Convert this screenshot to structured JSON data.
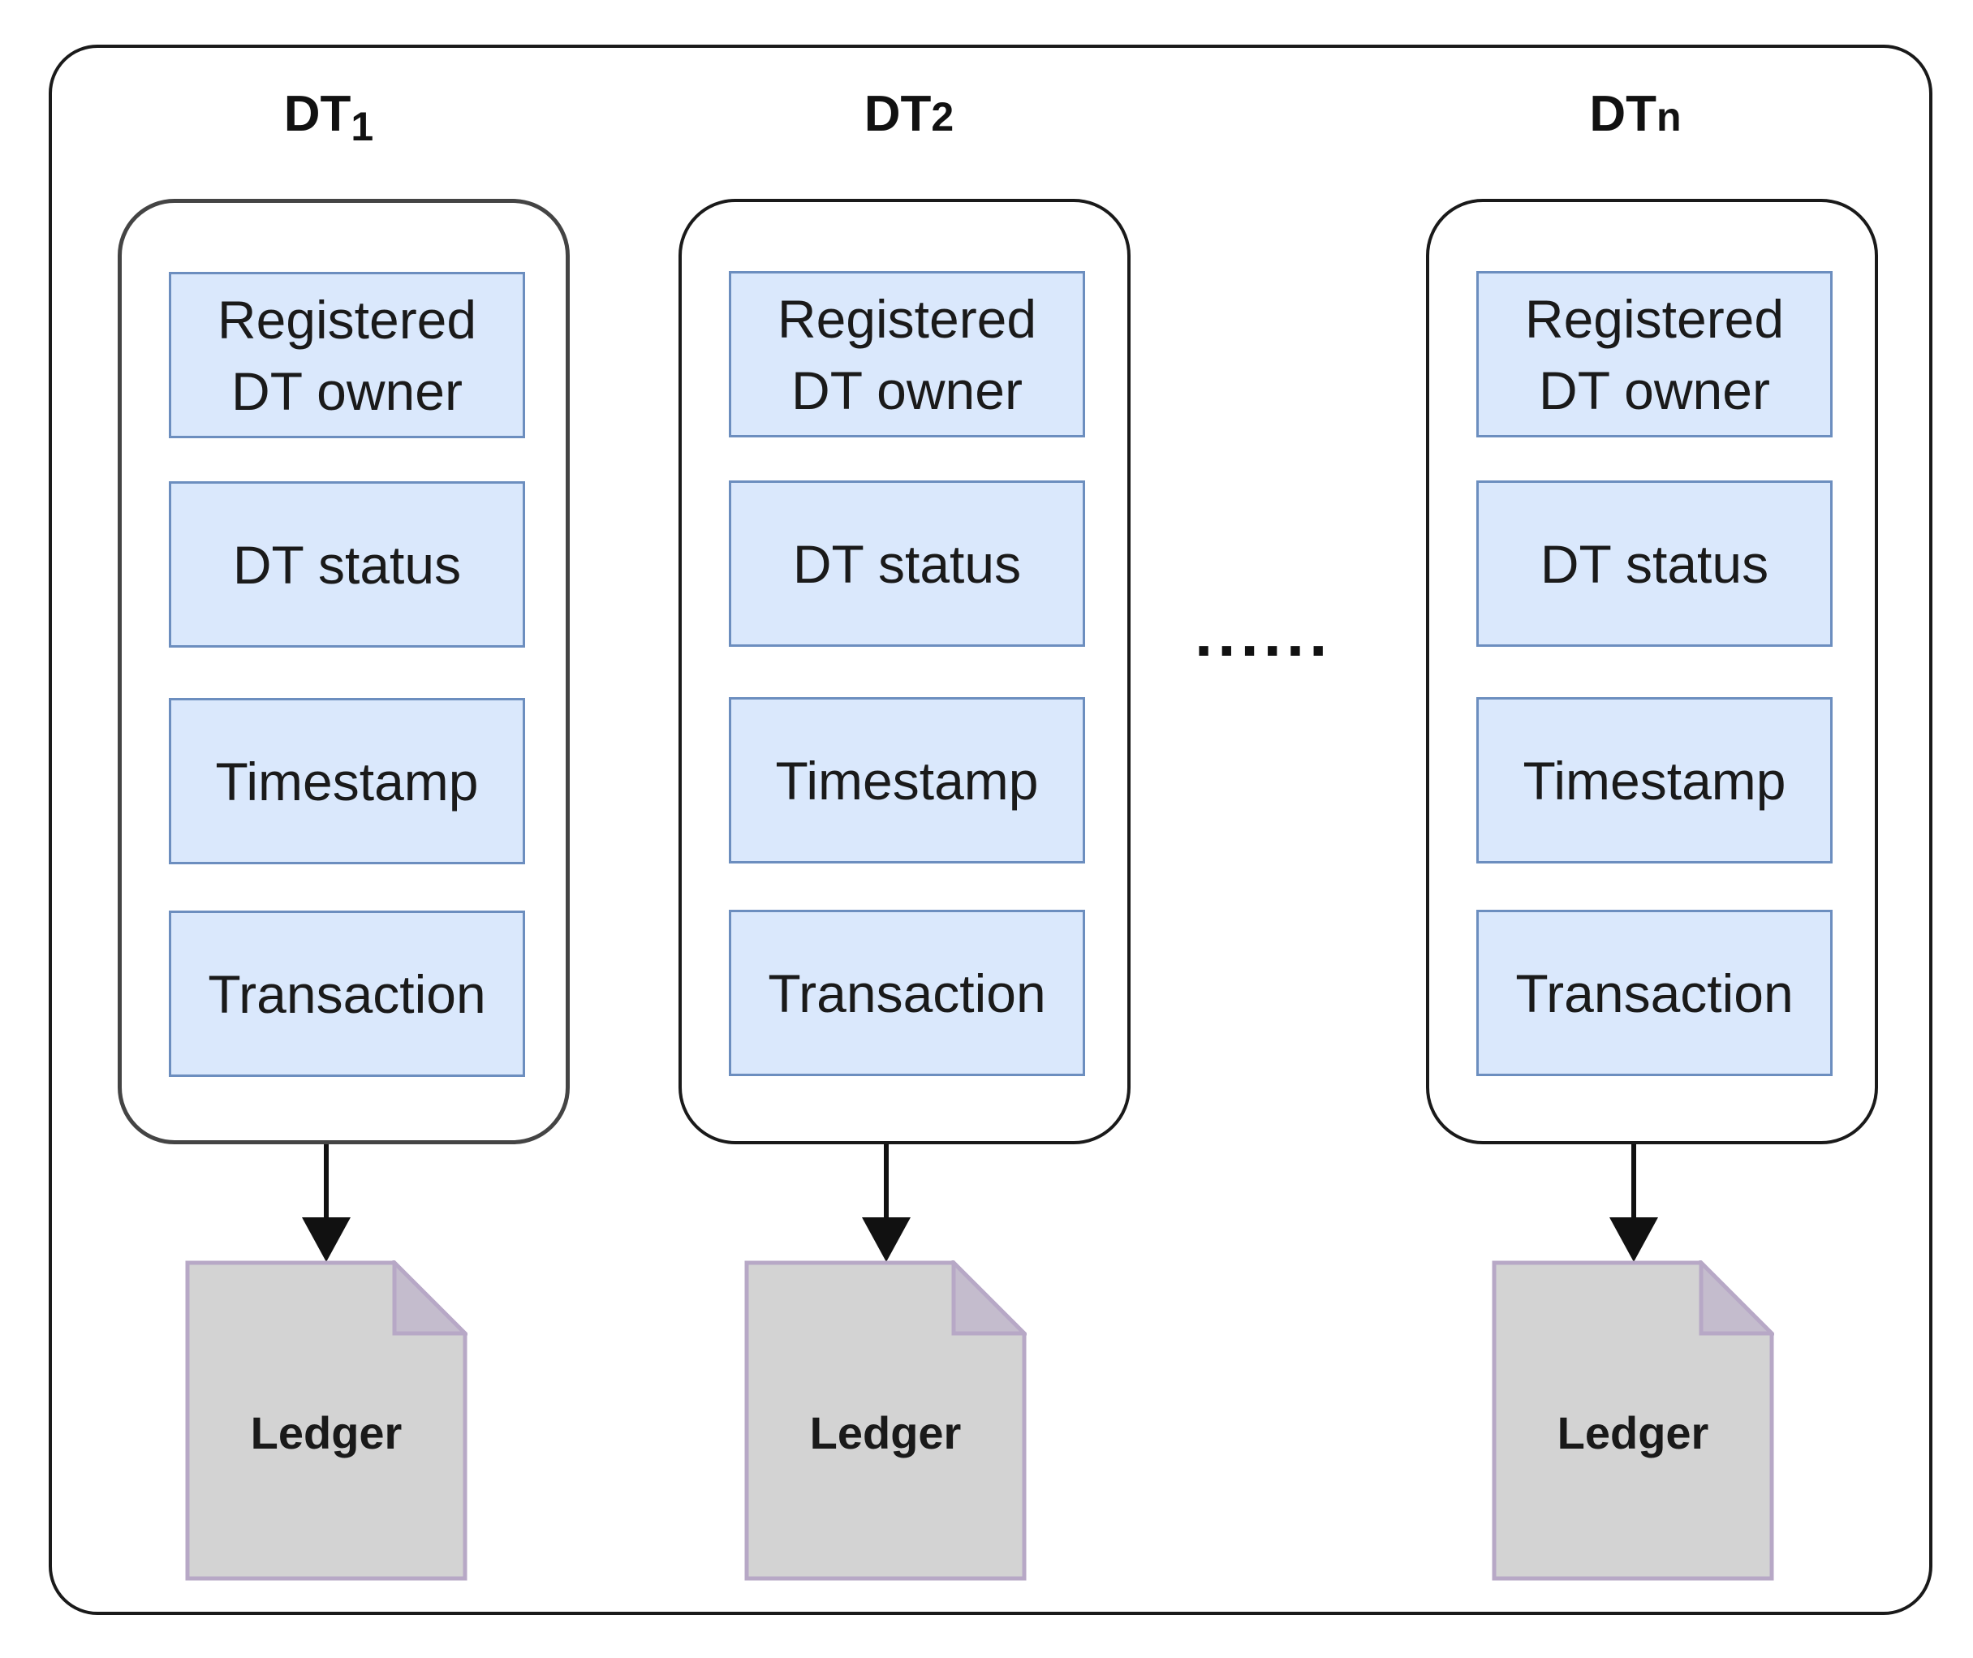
{
  "columns": [
    {
      "title_main": "DT",
      "title_sub": "1",
      "fields": [
        "Registered\nDT owner",
        "DT status",
        "Timestamp",
        "Transaction"
      ],
      "ledger_label": "Ledger"
    },
    {
      "title_main": "DT",
      "title_sub": "2",
      "fields": [
        "Registered\nDT owner",
        "DT status",
        "Timestamp",
        "Transaction"
      ],
      "ledger_label": "Ledger"
    },
    {
      "title_main": "DT",
      "title_sub": "n",
      "fields": [
        "Registered\nDT owner",
        "DT status",
        "Timestamp",
        "Transaction"
      ],
      "ledger_label": "Ledger"
    }
  ],
  "ellipsis": "......",
  "colors": {
    "field_fill": "#dae8fc",
    "field_border": "#6c8ebf",
    "ledger_fill": "#d3d3d3",
    "ledger_border": "#b7a8c6"
  },
  "icons": {
    "ledger": "document-icon",
    "arrow": "arrow-down-icon"
  }
}
